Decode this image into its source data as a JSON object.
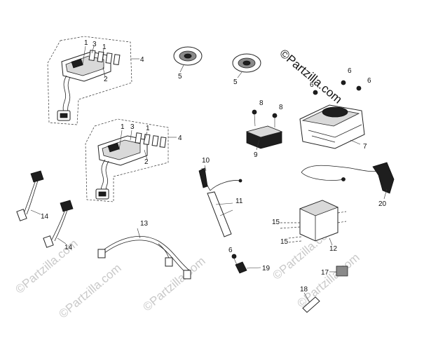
{
  "watermark": {
    "main": "©Partzilla.com",
    "faint": [
      "©Partzilla.com",
      "©Partzilla.com",
      "©Partzilla.com",
      "©Partzilla.com",
      "©Partzilla.com"
    ]
  },
  "callouts": [
    {
      "id": "c1a",
      "text": "1"
    },
    {
      "id": "c3a",
      "text": "3"
    },
    {
      "id": "c1b",
      "text": "1"
    },
    {
      "id": "c2a",
      "text": "2"
    },
    {
      "id": "c4a",
      "text": "4"
    },
    {
      "id": "c1c",
      "text": "1"
    },
    {
      "id": "c3b",
      "text": "3"
    },
    {
      "id": "c1d",
      "text": "1"
    },
    {
      "id": "c2b",
      "text": "2"
    },
    {
      "id": "c4b",
      "text": "4"
    },
    {
      "id": "c5a",
      "text": "5"
    },
    {
      "id": "c5b",
      "text": "5"
    },
    {
      "id": "c6a",
      "text": "6"
    },
    {
      "id": "c6b",
      "text": "6"
    },
    {
      "id": "c6c",
      "text": "6"
    },
    {
      "id": "c6d",
      "text": "6"
    },
    {
      "id": "c7",
      "text": "7"
    },
    {
      "id": "c8a",
      "text": "8"
    },
    {
      "id": "c8b",
      "text": "8"
    },
    {
      "id": "c9",
      "text": "9"
    },
    {
      "id": "c10",
      "text": "10"
    },
    {
      "id": "c11",
      "text": "11"
    },
    {
      "id": "c12",
      "text": "12"
    },
    {
      "id": "c13",
      "text": "13"
    },
    {
      "id": "c14a",
      "text": "14"
    },
    {
      "id": "c14b",
      "text": "14"
    },
    {
      "id": "c15a",
      "text": "15"
    },
    {
      "id": "c15b",
      "text": "15"
    },
    {
      "id": "c17",
      "text": "17"
    },
    {
      "id": "c18",
      "text": "18"
    },
    {
      "id": "c19",
      "text": "19"
    },
    {
      "id": "c20",
      "text": "20"
    }
  ]
}
